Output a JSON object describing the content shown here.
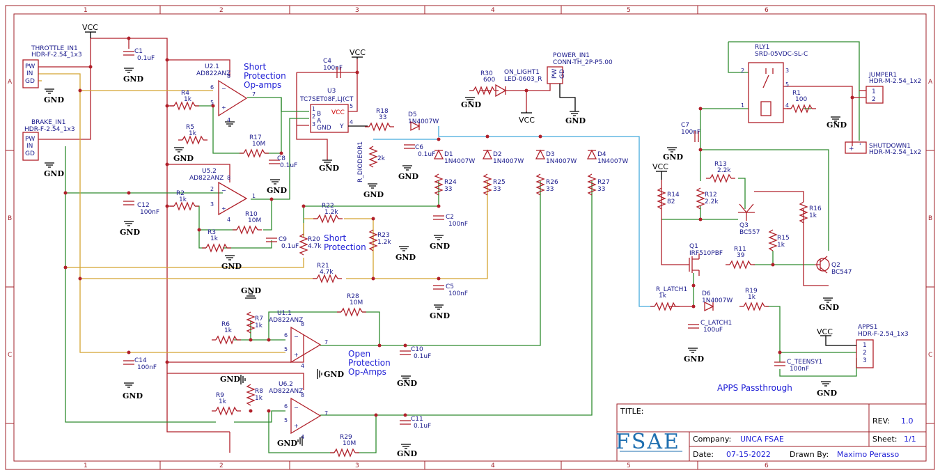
{
  "border": {
    "columns": [
      "1",
      "2",
      "3",
      "4",
      "5",
      "6"
    ],
    "rows": [
      "A",
      "B",
      "C"
    ]
  },
  "connectors": {
    "throttle": {
      "ref": "THROTTLE_IN1",
      "part": "HDR-F-2.54_1x3",
      "pins": [
        "PW",
        "IN",
        "GD"
      ]
    },
    "brake": {
      "ref": "BRAKE_IN1",
      "part": "HDR-F-2.54_1x3",
      "pins": [
        "PW",
        "IN",
        "GD"
      ]
    },
    "power": {
      "ref": "POWER_IN1",
      "part": "CONN-TH_2P-P5.00",
      "pins": [
        "PW",
        "GD"
      ]
    },
    "jumper": {
      "ref": "JUMPER1",
      "part": "HDR-M-2.54_1x2",
      "pins": [
        "1",
        "2"
      ]
    },
    "shutdown": {
      "ref": "SHUTDOWN1",
      "part": "HDR-M-2.54_1x2",
      "pins": [
        "+",
        "'"
      ]
    },
    "apps": {
      "ref": "APPS1",
      "part": "HDR-F-2.54_1x3",
      "pins": [
        "1",
        "2",
        "3"
      ]
    }
  },
  "labels": {
    "vcc": "VCC",
    "gnd": "GND",
    "short_protection_opamps": [
      "Short",
      "Protection",
      "Op-amps"
    ],
    "short_protection": [
      "Short",
      "Protection"
    ],
    "open_protection_opamps": [
      "Open",
      "Protection",
      "Op-Amps"
    ],
    "apps_passthrough": "APPS Passthrough",
    "vcc_pin": "VCC",
    "gnd_pin": "GND",
    "b_pin": "B",
    "a_pin": "A",
    "y_pin": "Y"
  },
  "parts": {
    "c1": [
      "C1",
      "0.1uF"
    ],
    "u21": [
      "U2.1",
      "AD822ANZ"
    ],
    "r4": [
      "R4",
      "1k"
    ],
    "r5": [
      "R5",
      "1k"
    ],
    "r17": [
      "R17",
      "10M"
    ],
    "c8": [
      "C8",
      "0.1uF"
    ],
    "u52": [
      "U5.2",
      "AD822ANZ"
    ],
    "c12": [
      "C12",
      "100nF"
    ],
    "r2": [
      "R2",
      "1k"
    ],
    "r10": [
      "R10",
      "10M"
    ],
    "r3": [
      "R3",
      "1k"
    ],
    "c9": [
      "C9",
      "0.1uF"
    ],
    "c4": [
      "C4",
      "100nF"
    ],
    "u3": [
      "U3",
      "TC7SET08F,LJ(CT"
    ],
    "r18": [
      "R18",
      "33"
    ],
    "d5": [
      "D5",
      "1N4007W"
    ],
    "r30": [
      "R30",
      "600"
    ],
    "on_light": [
      "ON_LIGHT1",
      "LED-0603_R"
    ],
    "r_diode": [
      "R_DIODEOR1",
      "2k"
    ],
    "c6": [
      "C6",
      "0.1uF"
    ],
    "d1": [
      "D1",
      "1N4007W"
    ],
    "d2": [
      "D2",
      "1N4007W"
    ],
    "d3": [
      "D3",
      "1N4007W"
    ],
    "d4": [
      "D4",
      "1N4007W"
    ],
    "r24": [
      "R24",
      "33"
    ],
    "r25": [
      "R25",
      "33"
    ],
    "r26": [
      "R26",
      "33"
    ],
    "r27": [
      "R27",
      "33"
    ],
    "r22": [
      "R22",
      "1.2k"
    ],
    "r23": [
      "R23",
      "1.2k"
    ],
    "c2": [
      "C2",
      "100nF"
    ],
    "r20": [
      "R20",
      "4.7k"
    ],
    "r21": [
      "R21",
      "4.7k"
    ],
    "c5": [
      "C5",
      "100nF"
    ],
    "r28": [
      "R28",
      "10M"
    ],
    "r6": [
      "R6",
      "1k"
    ],
    "r7": [
      "R7",
      "1k"
    ],
    "u11": [
      "U1.1",
      "AD822ANZ"
    ],
    "c10": [
      "C10",
      "0.1uF"
    ],
    "c14": [
      "C14",
      "100nF"
    ],
    "r9": [
      "R9",
      "1k"
    ],
    "r8": [
      "R8",
      "1k"
    ],
    "u62": [
      "U6.2",
      "AD822ANZ"
    ],
    "c11": [
      "C11",
      "0.1uF"
    ],
    "r29": [
      "R29",
      "10M"
    ],
    "rly1": [
      "RLY1",
      "SRD-05VDC-SL-C"
    ],
    "r1": [
      "R1",
      "100"
    ],
    "c7": [
      "C7",
      "100nF"
    ],
    "r13": [
      "R13",
      "2.2k"
    ],
    "r12": [
      "R12",
      "2.2k"
    ],
    "r14": [
      "R14",
      "82"
    ],
    "q3": [
      "Q3",
      "BC557"
    ],
    "r16": [
      "R16",
      "1k"
    ],
    "r15": [
      "R15",
      "1k"
    ],
    "q1": [
      "Q1",
      "IRF510PBF"
    ],
    "r11": [
      "R11",
      "39"
    ],
    "q2": [
      "Q2",
      "BC547"
    ],
    "r_latch": [
      "R_LATCH1",
      "1k"
    ],
    "d6": [
      "D6",
      "1N4007W"
    ],
    "r19": [
      "R19",
      "1k"
    ],
    "c_latch": [
      "C_LATCH1",
      "100uF"
    ],
    "c_teensy": [
      "C_TEENSY1",
      "100nF"
    ]
  },
  "title_block": {
    "title_label": "TITLE:",
    "rev_label": "REV:",
    "rev_value": "1.0",
    "company_label": "Company:",
    "company_value": "UNCA FSAE",
    "sheet_label": "Sheet:",
    "sheet_value": "1/1",
    "date_label": "Date:",
    "date_value": "07-15-2022",
    "drawn_label": "Drawn By:",
    "drawn_value": "Maximo Perasso",
    "logo_text": "FSAE"
  },
  "colors": {
    "frame": "#a0222a",
    "wire_red": "#b0202a",
    "wire_green": "#2e8b2e",
    "wire_yellow": "#d4a531",
    "wire_cyan": "#44aadd",
    "text_blue": "#1f1fd6"
  }
}
